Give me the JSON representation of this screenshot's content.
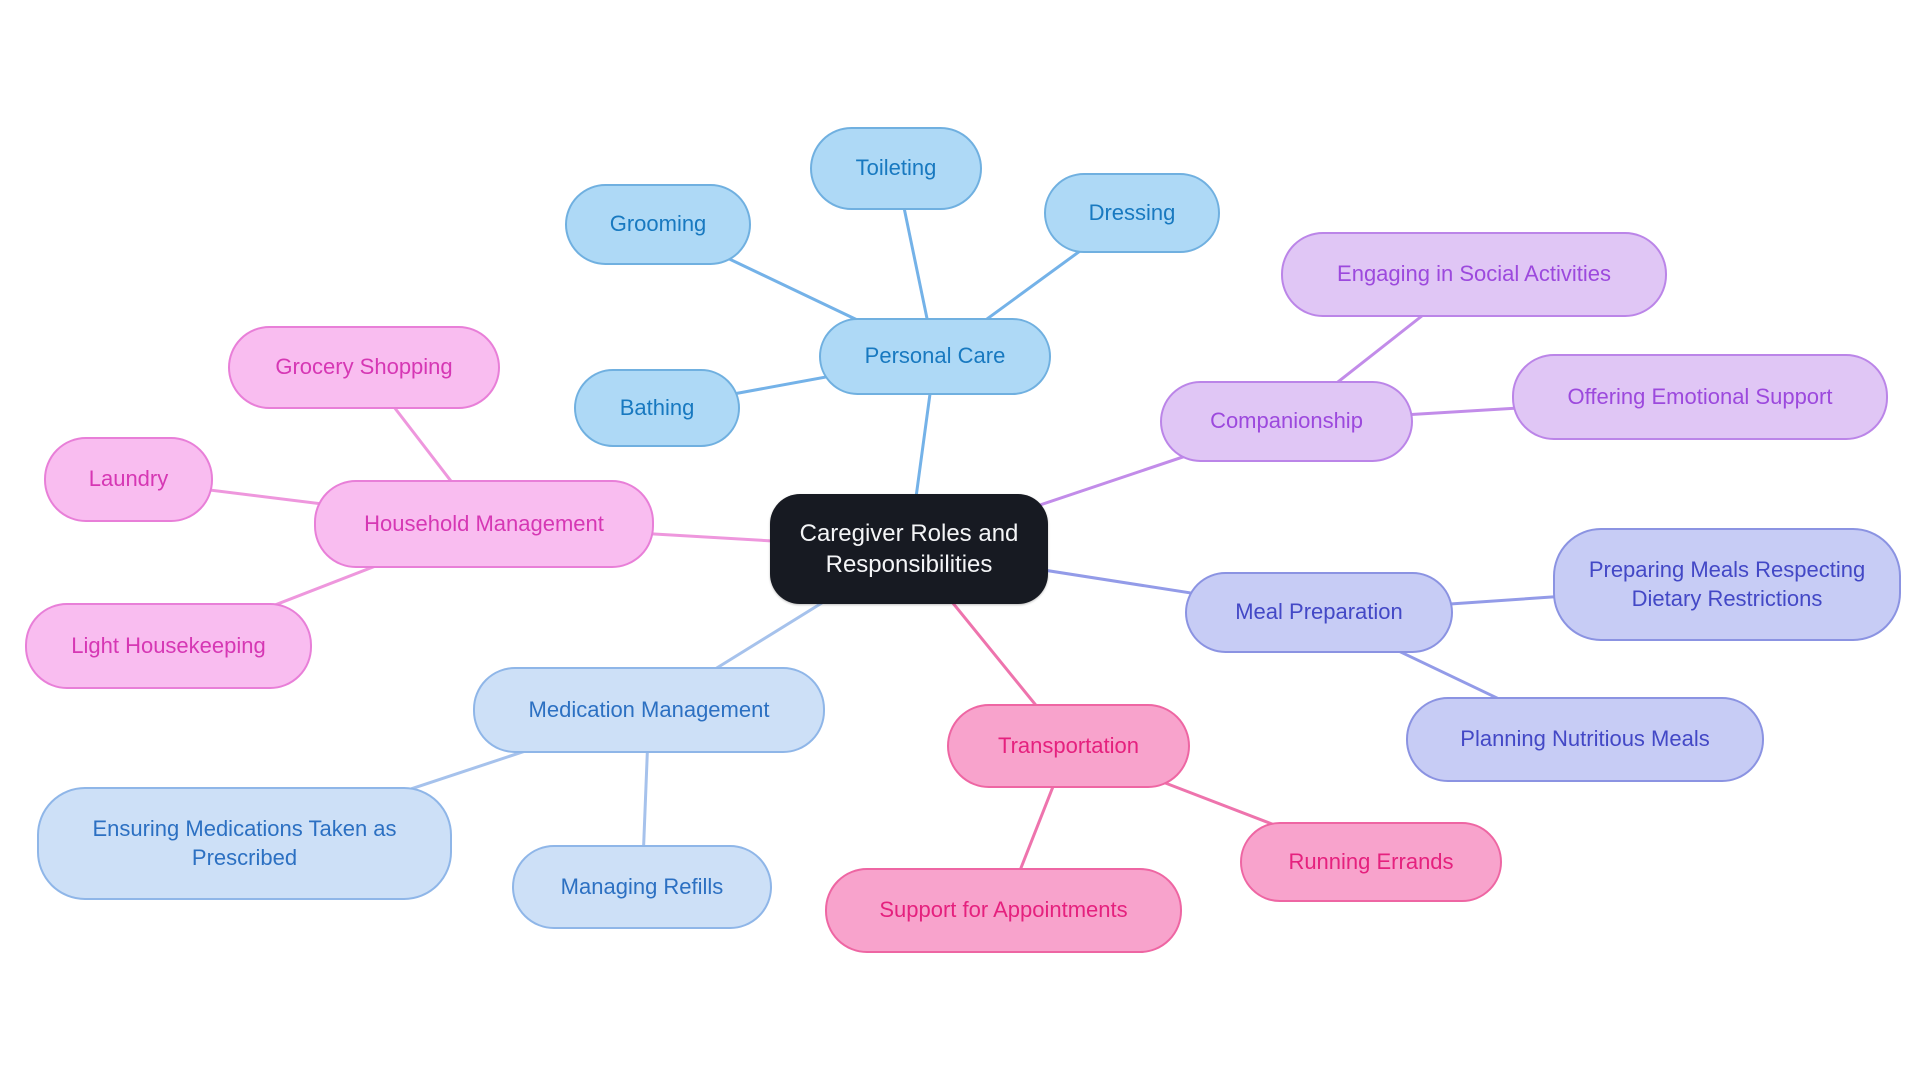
{
  "diagram": {
    "type": "mindmap",
    "background_color": "#ffffff",
    "root": {
      "label": "Caregiver Roles and Responsibilities",
      "fill": "#171a22",
      "text_color": "#f4f5f7"
    },
    "branches": [
      {
        "label": "Personal Care",
        "fill": "#aed9f6",
        "border": "#70b0e0",
        "text_color": "#1879c0",
        "line_color": "#74b2e8",
        "children": [
          {
            "label": "Toileting"
          },
          {
            "label": "Grooming"
          },
          {
            "label": "Dressing"
          },
          {
            "label": "Bathing"
          }
        ]
      },
      {
        "label": "Companionship",
        "fill": "#e0c6f5",
        "border": "#bb85e8",
        "text_color": "#9c49dd",
        "line_color": "#c28ce9",
        "children": [
          {
            "label": "Engaging in Social Activities"
          },
          {
            "label": "Offering Emotional Support"
          }
        ]
      },
      {
        "label": "Meal Preparation",
        "fill": "#c7ccf5",
        "border": "#8b93e2",
        "text_color": "#4348c6",
        "line_color": "#939be8",
        "children": [
          {
            "label": "Preparing Meals Respecting Dietary Restrictions"
          },
          {
            "label": "Planning Nutritious Meals"
          }
        ]
      },
      {
        "label": "Household Management",
        "fill": "#f9bdf0",
        "border": "#e87fd8",
        "text_color": "#d637b4",
        "line_color": "#ee97dd",
        "children": [
          {
            "label": "Grocery Shopping"
          },
          {
            "label": "Laundry"
          },
          {
            "label": "Light Housekeeping"
          }
        ]
      },
      {
        "label": "Medication Management",
        "fill": "#cde0f7",
        "border": "#8fb6e8",
        "text_color": "#2c70c2",
        "line_color": "#a6c2ec",
        "children": [
          {
            "label": "Ensuring Medications Taken as Prescribed"
          },
          {
            "label": "Managing Refills"
          }
        ]
      },
      {
        "label": "Transportation",
        "fill": "#f8a3cc",
        "border": "#ee66a3",
        "text_color": "#e5217e",
        "line_color": "#ee74ad",
        "children": [
          {
            "label": "Support for Appointments"
          },
          {
            "label": "Running Errands"
          }
        ]
      }
    ]
  }
}
